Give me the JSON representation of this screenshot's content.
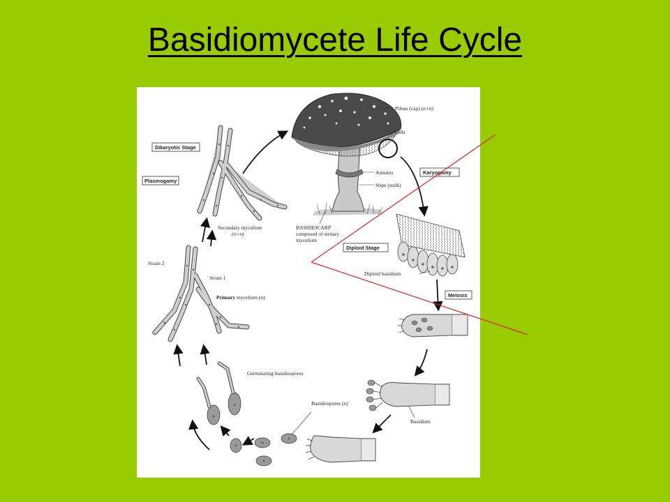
{
  "slide": {
    "title": "Basidiomycete Life Cycle",
    "background_color": "#99CC00",
    "accent_line_color": "#E02020"
  },
  "diagram": {
    "stages": {
      "dikaryotic": "Dikaryotic Stage",
      "plasmogamy": "Plasmogamy",
      "karyogamy": "Karyogamy",
      "diploid": "Diploid Stage",
      "meiosis": "Meiosis"
    },
    "labels": {
      "pileus": "Pileus (cap)",
      "pileus_ploidy": "(n+n)",
      "gills": "Gills",
      "annulus": "Annulus",
      "stipe": "Stipe (stalk)",
      "basidiocarp_1": "BASIDIOCARP",
      "basidiocarp_2": "composed of tertiary",
      "basidiocarp_3": "mycelium",
      "secondary": "Secondary",
      "secondary_suffix": "mycelium",
      "secondary_ploidy": "(n+n)",
      "strain2": "Strain 2",
      "strain1": "Strain 1",
      "primary": "Primary",
      "primary_suffix": "mycelium (n)",
      "diploid_basidium": "Diploid basidium",
      "germinating": "Germinating basidiospores",
      "basidiospores": "Basidiospores",
      "basidiospores_ploidy": "(n)",
      "basidium": "Basidium"
    }
  }
}
